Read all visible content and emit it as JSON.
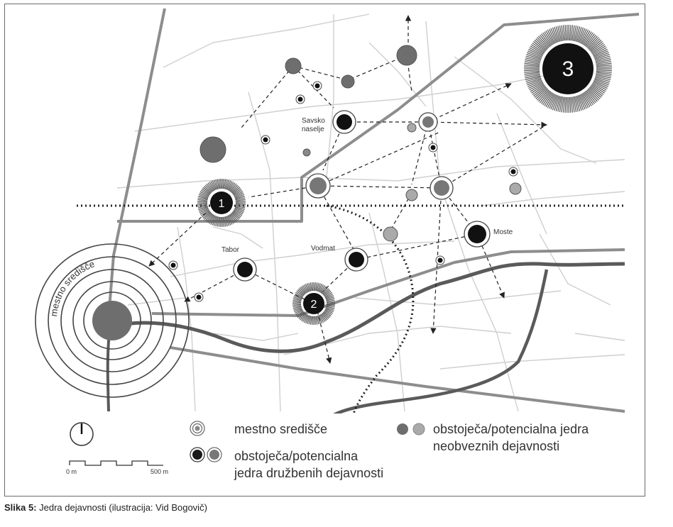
{
  "caption": {
    "label": "Slika 5:",
    "text": " Jedra dejavnosti (ilustracija: Vid Bogovič)"
  },
  "map_labels": {
    "mestno_sredisce": "mestno središče",
    "savsko": "Savsko",
    "naselje": "naselje",
    "tabor": "Tabor",
    "vodmat": "Vodmat",
    "moste": "Moste",
    "node1": "1",
    "node2": "2",
    "node3": "3"
  },
  "legend": {
    "city_center": "mestno središče",
    "social_line1": "obstoječa/potencialna",
    "social_line2": "jedra družbenih dejavnosti",
    "optional_line1": "obstoječa/potencialna jedra",
    "optional_line2": "neobveznih dejavnosti"
  },
  "scale_bar": {
    "start": "0 m",
    "end": "500 m"
  },
  "colors": {
    "road": "#8d8d8d",
    "river": "#5a5a5a",
    "street": "#c9c9c9",
    "node_dark": "#1a1a1a",
    "node_grey": "#6e6e6e",
    "node_light": "#a8a8a8"
  }
}
